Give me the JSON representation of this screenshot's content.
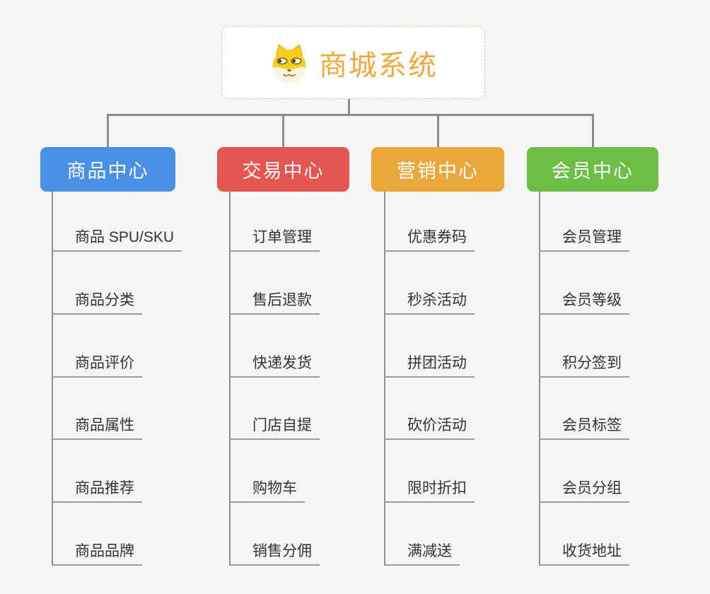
{
  "root": {
    "title": "商城系统",
    "icon": "doge-face-icon"
  },
  "branches": [
    {
      "label": "商品中心",
      "color": "#4A90E6",
      "children": [
        "商品 SPU/SKU",
        "商品分类",
        "商品评价",
        "商品属性",
        "商品推荐",
        "商品品牌"
      ]
    },
    {
      "label": "交易中心",
      "color": "#E4564F",
      "children": [
        "订单管理",
        "售后退款",
        "快递发货",
        "门店自提",
        "购物车",
        "销售分佣"
      ]
    },
    {
      "label": "营销中心",
      "color": "#E9A83C",
      "children": [
        "优惠券码",
        "秒杀活动",
        "拼团活动",
        "砍价活动",
        "限时折扣",
        "满减送"
      ]
    },
    {
      "label": "会员中心",
      "color": "#6CBE45",
      "children": [
        "会员管理",
        "会员等级",
        "积分签到",
        "会员标签",
        "会员分组",
        "收货地址"
      ]
    }
  ],
  "colors": {
    "canvas_bg": "#F5F5F6",
    "root_text": "#F0A93E",
    "root_border": "#EAC27E",
    "connector": "#8C8C8C",
    "leaf_line": "#9C9C9C",
    "leaf_text": "#333333",
    "mascot_yellow": "#F9CF1D",
    "mascot_cream": "#FDF4DF"
  }
}
